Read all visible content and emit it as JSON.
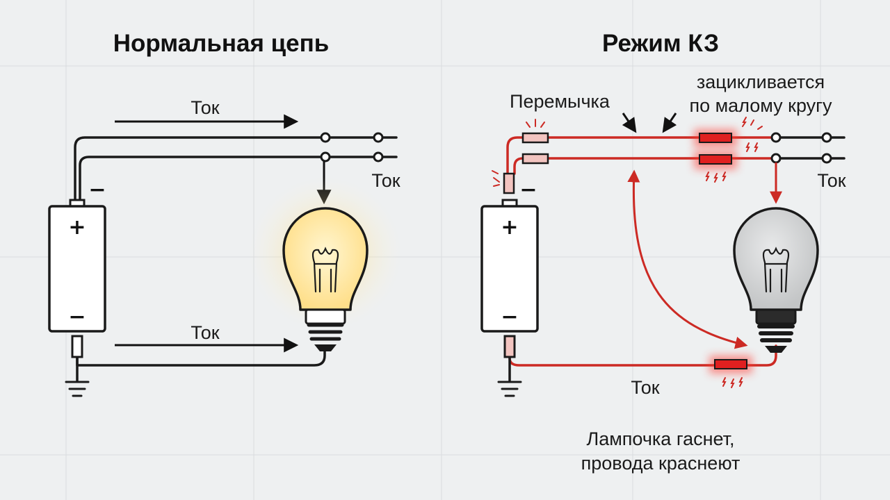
{
  "diagram": {
    "left_title": "Нормальная цепь",
    "right_title": "Режим КЗ",
    "current_label": "Ток",
    "battery_plus": "+",
    "battery_minus": "−",
    "jumper_label": "Перемычка",
    "loop_note_line1": "зацикливается",
    "loop_note_line2": "по малому кругу",
    "result_line1": "Лампочка гаснет,",
    "result_line2": "провода краснеют"
  },
  "colors": {
    "background": "#eef0f1",
    "wire": "#1a1a1a",
    "short_circuit": "#cc2a24",
    "hot_resistor": "#e02020",
    "lit_bulb": "#ffe9a6",
    "dark_bulb": "#cfd1d2"
  }
}
